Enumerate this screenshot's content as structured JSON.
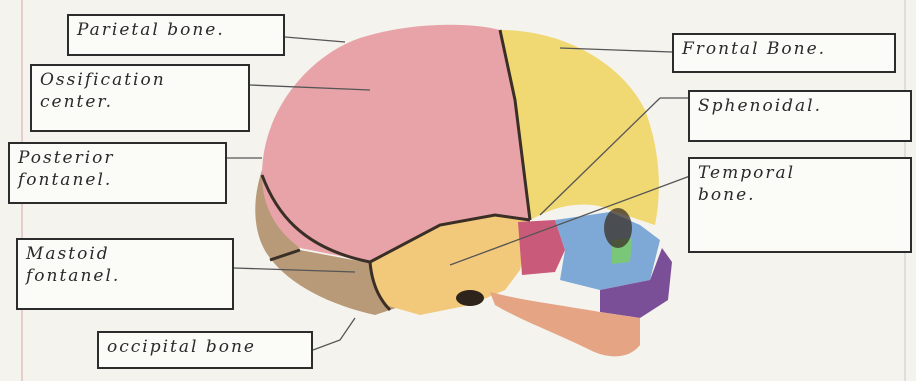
{
  "diagram": {
    "labels": {
      "parietal": "Parietal bone.",
      "ossification": "Ossification\ncenter.",
      "posterior": "Posterior\nfontanel.",
      "mastoid": "Mastoid\nfontanel.",
      "occipital": "occipital bone",
      "frontal": "Frontal Bone.",
      "sphenoidal": "Sphenoidal.",
      "temporal": "Temporal\nbone."
    },
    "colors": {
      "parietal": "#e8a3a8",
      "frontal": "#f0d872",
      "temporal": "#f2c97b",
      "occipital": "#b89a78",
      "sphenoid": "#c95a7a",
      "ethmoid_blue": "#7ea9d6",
      "green": "#7bc77a",
      "purple": "#7b4f98",
      "jaw": "#e5a585",
      "suture": "#3a2f26",
      "page": "#f4f3ee"
    }
  }
}
